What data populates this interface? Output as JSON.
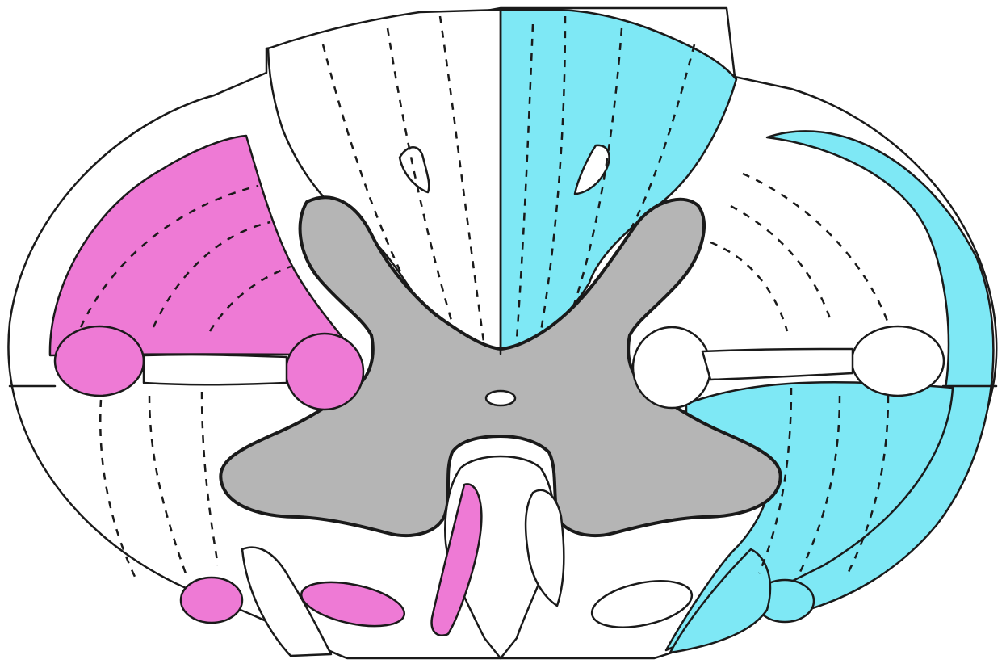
{
  "diagram": {
    "subject": "spinal-cord-cross-section",
    "labels": []
  },
  "colors": {
    "background": "#ffffff",
    "outline": "#1a1a1a",
    "gray_matter": "#b5b5b5",
    "motor_tracts": "#ee7ad5",
    "sensory_tracts": "#7ee8f5",
    "white_matter": "#ffffff"
  },
  "regions": [
    {
      "name": "gray-matter",
      "fill": "gray_matter"
    },
    {
      "name": "central-canal",
      "fill": "white_matter"
    },
    {
      "name": "left-lateral-corticospinal-tract",
      "fill": "motor_tracts"
    },
    {
      "name": "left-lateral-ovals",
      "fill": "motor_tracts"
    },
    {
      "name": "left-anterior-tracts",
      "fill": "motor_tracts"
    },
    {
      "name": "right-dorsal-column",
      "fill": "sensory_tracts"
    },
    {
      "name": "right-spinocerebellar-tract",
      "fill": "sensory_tracts"
    },
    {
      "name": "right-anterolateral-tract",
      "fill": "sensory_tracts"
    },
    {
      "name": "right-anterior-oval",
      "fill": "sensory_tracts"
    }
  ]
}
